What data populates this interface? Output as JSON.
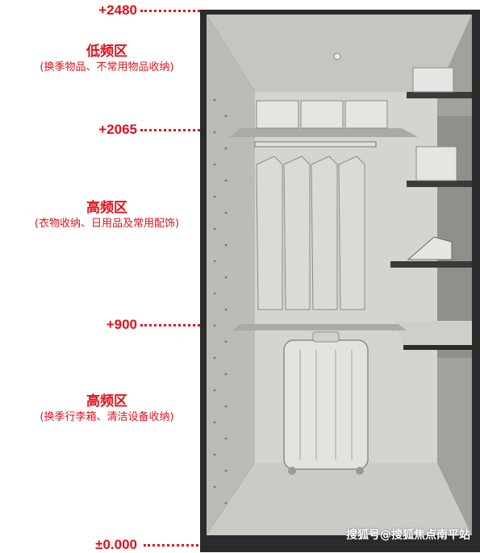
{
  "levels": [
    {
      "id": "lvl-2480",
      "label": "+2480"
    },
    {
      "id": "lvl-2065",
      "label": "+2065"
    },
    {
      "id": "lvl-900",
      "label": "+900"
    },
    {
      "id": "lvl-0",
      "label": "±0.000"
    }
  ],
  "zones": [
    {
      "title": "低频区",
      "desc": "(换季物品、不常用物品收纳)"
    },
    {
      "title": "高频区",
      "desc": "(衣物收纳、日用品及常用配饰)"
    },
    {
      "title": "高频区",
      "desc": "(换季行李箱、清洁设备收纳)"
    }
  ],
  "watermark": "搜狐号@搜狐焦点南平站",
  "colors": {
    "accent": "#e3101a",
    "wall": "#bfc3bb",
    "frame": "#2b2b2b"
  }
}
